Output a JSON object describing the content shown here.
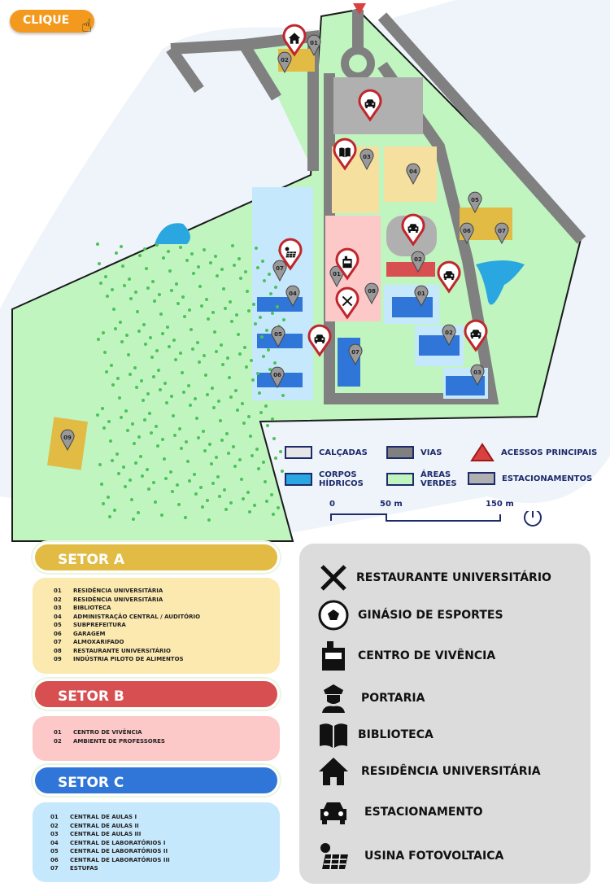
{
  "button": {
    "label": "CLIQUE"
  },
  "legend": {
    "items": [
      {
        "label": "CALÇADAS",
        "color": "#e6e6e6"
      },
      {
        "label": "VIAS",
        "color": "#808080"
      },
      {
        "label": "ACESSOS PRINCIPAIS",
        "color": "#d94040"
      },
      {
        "label": "CORPOS HÍDRICOS",
        "color": "#2aa7e0"
      },
      {
        "label": "ÁREAS VERDES",
        "color": "#c0f5c0"
      },
      {
        "label": "ESTACIONAMENTOS",
        "color": "#b0b0b0"
      }
    ],
    "scale": {
      "t0": "0",
      "t1": "50 m",
      "t2": "150 m"
    }
  },
  "map_labels": {
    "a01": "01",
    "a02": "02",
    "a03": "03",
    "a04": "04",
    "a05": "05",
    "a06": "06",
    "a07": "07",
    "a08": "08",
    "a09": "09",
    "b01": "01",
    "b02": "02",
    "c01": "01",
    "c02": "02",
    "c03": "03",
    "c04": "04",
    "c05": "05",
    "c06": "06",
    "c07": "07"
  },
  "sectors": [
    {
      "title": "SETOR A",
      "color": "#e2bb45",
      "bg": "#fbe9b0",
      "items": [
        {
          "n": "01",
          "label": "RESIDÊNCIA UNIVERSITÁRIA"
        },
        {
          "n": "02",
          "label": "RESIDÊNCIA UNIVERSITÁRIA"
        },
        {
          "n": "03",
          "label": "BIBLIOTECA"
        },
        {
          "n": "04",
          "label": "ADMINISTRAÇÃO CENTRAL / AUDITÓRIO"
        },
        {
          "n": "05",
          "label": "SUBPREFEITURA"
        },
        {
          "n": "06",
          "label": "GARAGEM"
        },
        {
          "n": "07",
          "label": "ALMOXARIFADO"
        },
        {
          "n": "08",
          "label": "RESTAURANTE UNIVERSITÁRIO"
        },
        {
          "n": "09",
          "label": "INDÚSTRIA PILOTO DE ALIMENTOS"
        }
      ]
    },
    {
      "title": "SETOR B",
      "color": "#d74f50",
      "bg": "#fdc8c8",
      "items": [
        {
          "n": "01",
          "label": "CENTRO DE VIVÊNCIA"
        },
        {
          "n": "02",
          "label": "AMBIENTE DE PROFESSORES"
        }
      ]
    },
    {
      "title": "SETOR C",
      "color": "#2f76d8",
      "bg": "#c6e8fc",
      "items": [
        {
          "n": "01",
          "label": "CENTRAL DE AULAS I"
        },
        {
          "n": "02",
          "label": "CENTRAL DE AULAS II"
        },
        {
          "n": "03",
          "label": "CENTRAL DE AULAS III"
        },
        {
          "n": "04",
          "label": "CENTRAL DE LABORATÓRIOS I"
        },
        {
          "n": "05",
          "label": "CENTRAL DE LABORATÓRIOS II"
        },
        {
          "n": "06",
          "label": "CENTRAL DE LABORATÓRIOS III"
        },
        {
          "n": "07",
          "label": "ESTUFAS"
        }
      ]
    }
  ],
  "icon_legend": [
    {
      "icon": "cutlery",
      "label": "RESTAURANTE UNIVERSITÁRIO"
    },
    {
      "icon": "soccer-ball",
      "label": "GINÁSIO DE ESPORTES"
    },
    {
      "icon": "kiosk",
      "label": "CENTRO DE VIVÊNCIA"
    },
    {
      "icon": "guard",
      "label": "PORTARIA"
    },
    {
      "icon": "book",
      "label": "BIBLIOTECA"
    },
    {
      "icon": "house",
      "label": "RESIDÊNCIA UNIVERSITÁRIA"
    },
    {
      "icon": "car",
      "label": "ESTACIONAMENTO"
    },
    {
      "icon": "solar-panel",
      "label": "USINA FOTOVOLTAICA"
    }
  ]
}
